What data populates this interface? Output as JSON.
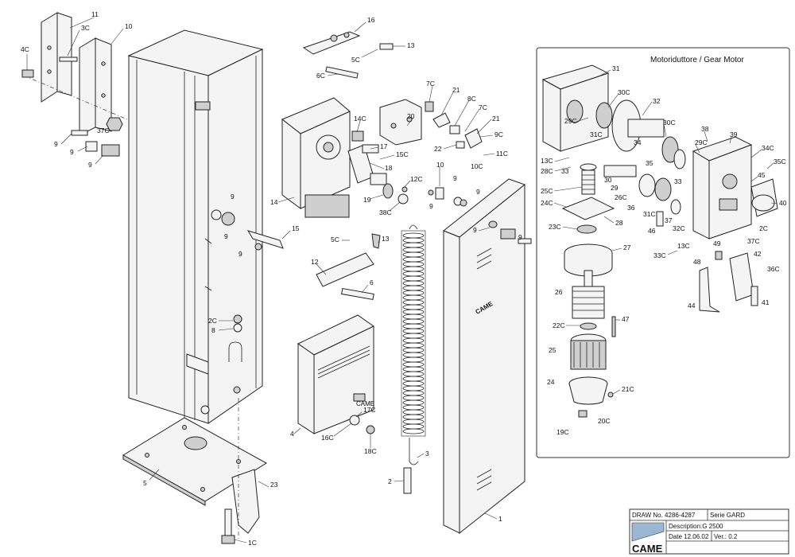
{
  "inset": {
    "title": "Motoriduttore / Gear Motor"
  },
  "labels": {
    "p1": "1",
    "p1c": "1C",
    "p2": "2",
    "p2c": "2C",
    "p2c_b": "2C",
    "p3": "3",
    "p3c": "3C",
    "p4": "4",
    "p4c": "4C",
    "p5": "5",
    "p5c": "5C",
    "p5c_b": "5C",
    "p6": "6",
    "p6c": "6C",
    "p7c": "7C",
    "p7c_b": "7C",
    "p8": "8",
    "p8c": "8C",
    "p9_a": "9",
    "p9_b": "9",
    "p9_c": "9",
    "p9_d": "9",
    "p9_e": "9",
    "p9_f": "9",
    "p9_g": "9",
    "p9_h": "9",
    "p9_i": "9",
    "p9_j": "9",
    "p9c": "9C",
    "p10": "10",
    "p10_b": "10",
    "p10c": "10C",
    "p11": "11",
    "p11c": "11C",
    "p12": "12",
    "p12c": "12C",
    "p13": "13",
    "p13_b": "13",
    "p13c": "13C",
    "p13c_b": "13C",
    "p14": "14",
    "p14c": "14C",
    "p15": "15",
    "p15c": "15C",
    "p16": "16",
    "p16c": "16C",
    "p17": "17",
    "p17c": "17C",
    "p18": "18",
    "p18c": "18C",
    "p19": "19",
    "p19c": "19C",
    "p20": "20",
    "p20c": "20C",
    "p21": "21",
    "p21_b": "21",
    "p21c": "21C",
    "p22": "22",
    "p22c": "22C",
    "p23": "23",
    "p23c": "23C",
    "p24": "24",
    "p24c": "24C",
    "p25": "25",
    "p25c": "25C",
    "p26": "26",
    "p26c": "26C",
    "p27": "27",
    "p28": "28",
    "p28c": "28C",
    "p29": "29",
    "p29c": "29C",
    "p29c_b": "29C",
    "p30": "30",
    "p30c": "30C",
    "p30c_b": "30C",
    "p31": "31",
    "p31c": "31C",
    "p31c_b": "31C",
    "p32": "32",
    "p32c": "32C",
    "p33": "33",
    "p33_b": "33",
    "p33c": "33C",
    "p34": "34",
    "p34c": "34C",
    "p35": "35",
    "p35c": "35C",
    "p36": "36",
    "p36c": "36C",
    "p37": "37",
    "p37c": "37C",
    "p37c_b": "37C",
    "p38": "38",
    "p38c": "38C",
    "p39": "39",
    "p40": "40",
    "p41": "41",
    "p42": "42",
    "p44": "44",
    "p45": "45",
    "p46": "46",
    "p47": "47",
    "p48": "48",
    "p49": "49"
  },
  "title_block": {
    "draw_no": "DRAW No. 4286-4287",
    "series": "Serie GARD",
    "description": "Description:G 2500",
    "date": "Date 12.06.02",
    "version": "Ver.: 0.2",
    "brand": "CAME"
  },
  "cover_brand": "CAME",
  "control_box_brand": "CAME"
}
